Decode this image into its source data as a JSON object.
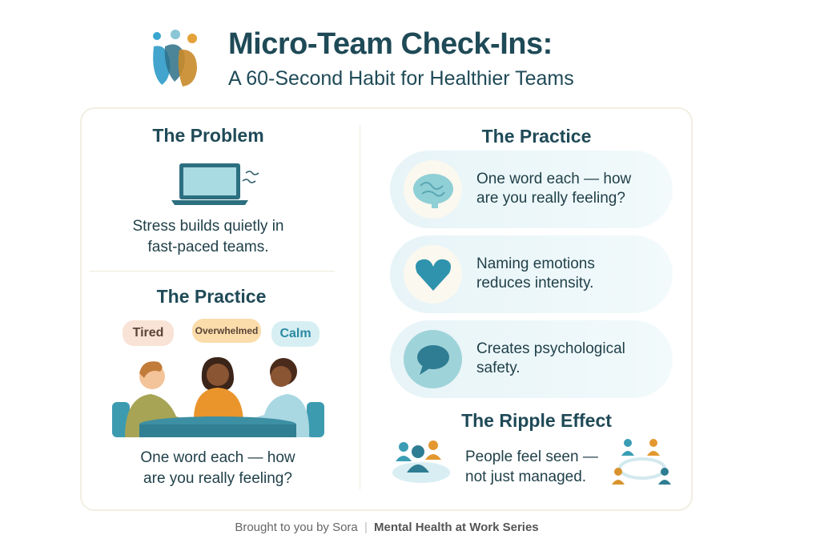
{
  "header": {
    "title": "Micro-Team Check-Ins:",
    "subtitle": "A 60-Second Habit for Healthier Teams"
  },
  "problem": {
    "heading": "The Problem",
    "text_line1": "Stress builds quietly in",
    "text_line2": "fast-paced teams."
  },
  "practice_left": {
    "heading": "The Practice",
    "bubbles": [
      "Tired",
      "Overwhelmed",
      "Calm"
    ],
    "caption_line1": "One word each — how",
    "caption_line2": "are you really feeling?"
  },
  "practice_right": {
    "heading": "The Practice",
    "items": [
      {
        "icon": "brain-icon",
        "line1": "One word each — how",
        "line2": "are you really feeling?"
      },
      {
        "icon": "heart-icon",
        "line1": "Naming emotions",
        "line2": "reduces intensity."
      },
      {
        "icon": "speech-bubble-icon",
        "line1": "Creates psychological",
        "line2": "safety."
      }
    ]
  },
  "ripple": {
    "heading": "The Ripple Effect",
    "line1": "People feel seen —",
    "line2": "not just managed."
  },
  "footer": {
    "credit": "Brought to you by Sora",
    "series": "Mental Health at Work Series"
  },
  "colors": {
    "teal": "#2e8fa6",
    "dark": "#1f4a57",
    "orange": "#e3982f",
    "olive": "#a8a552"
  }
}
